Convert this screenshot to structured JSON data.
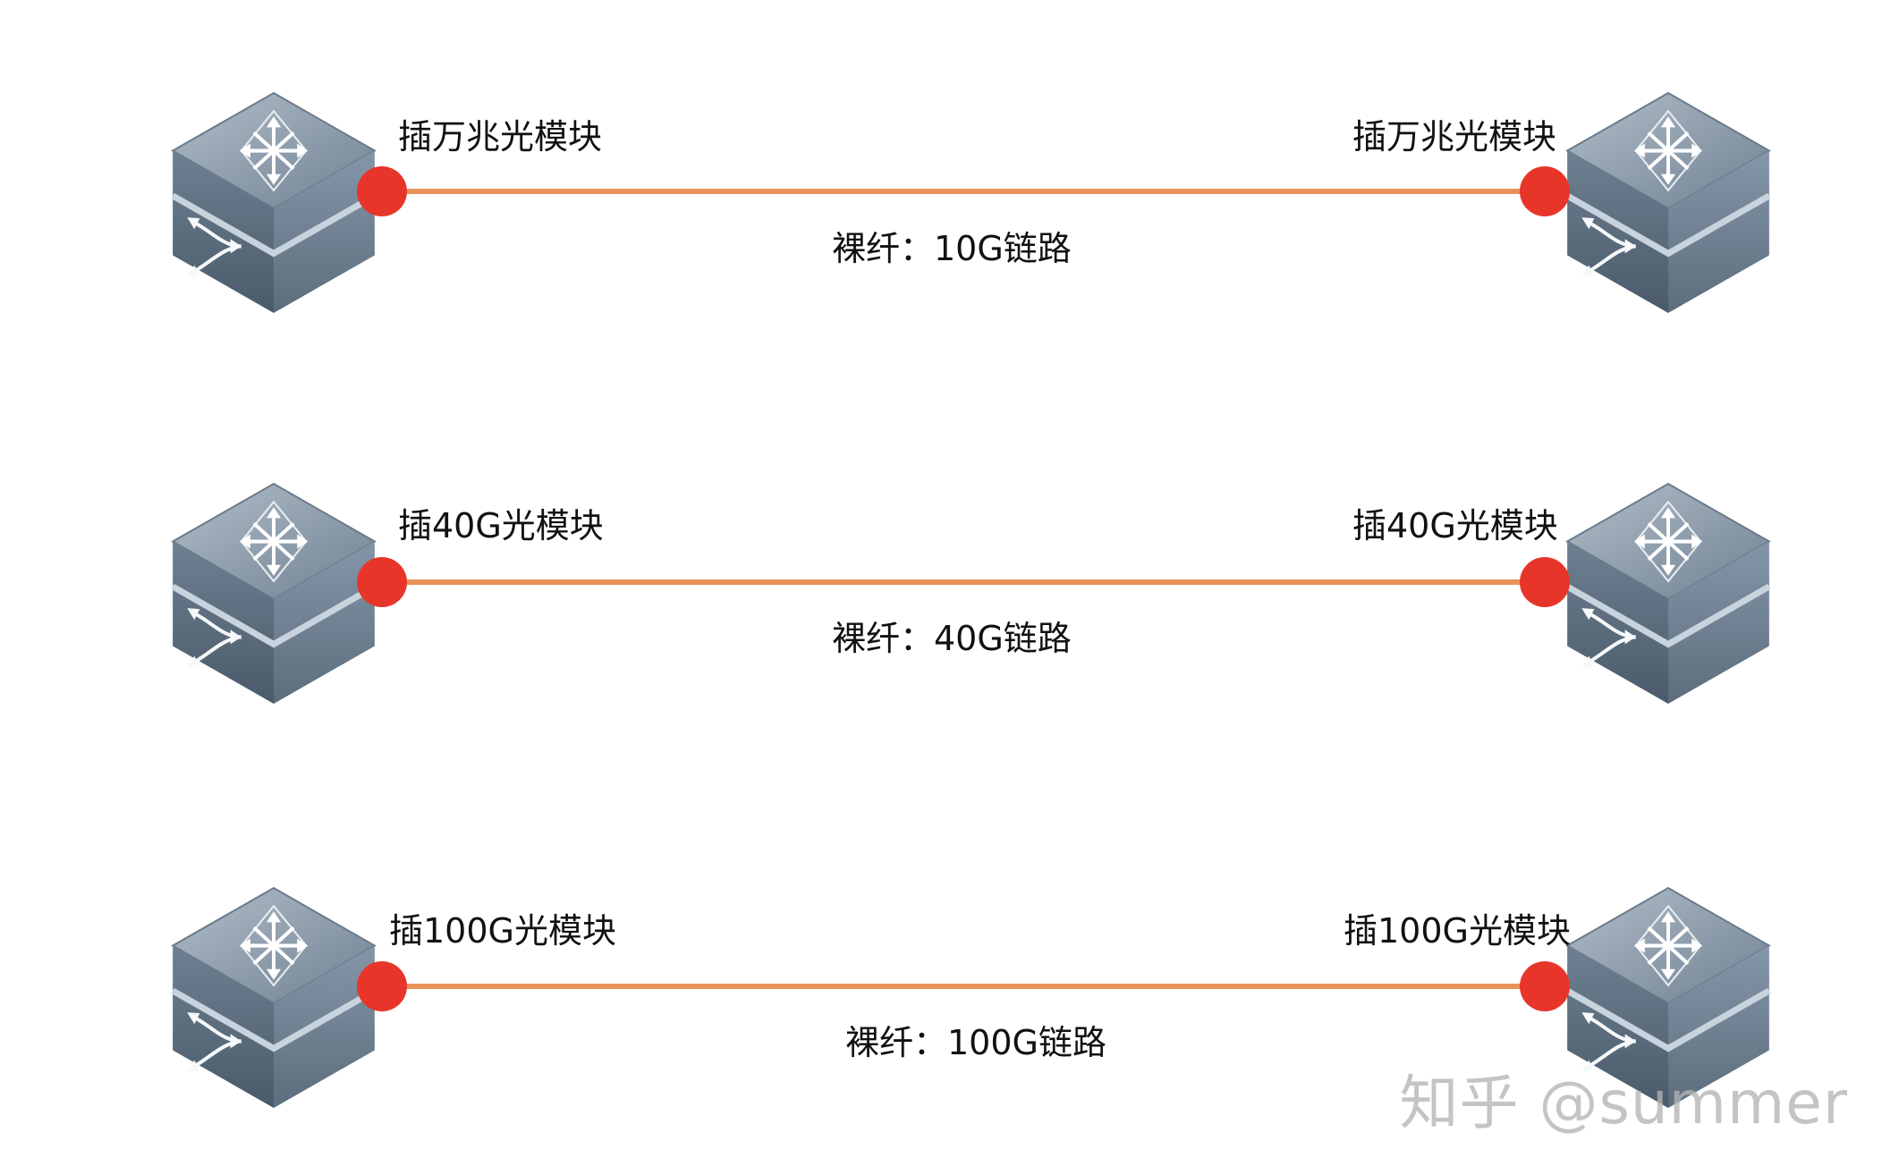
{
  "links": [
    {
      "left_label": "插万兆光模块",
      "right_label": "插万兆光模块",
      "link_label": "裸纤：10G链路"
    },
    {
      "left_label": "插40G光模块",
      "right_label": "插40G光模块",
      "link_label": "裸纤：40G链路"
    },
    {
      "left_label": "插100G光模块",
      "right_label": "插100G光模块",
      "link_label": "裸纤：100G链路"
    }
  ],
  "watermark": "知乎 @summer",
  "icons": {
    "device": "switch-icon",
    "port": "port-dot"
  },
  "colors": {
    "link_line": "#e8925a",
    "port_dot": "#e8352a",
    "switch_top": "#8796a6",
    "switch_side": "#5f6f7f",
    "switch_front": "#74879a",
    "switch_stripe": "#c7d1dc",
    "switch_symbol": "#f4f6f8"
  }
}
